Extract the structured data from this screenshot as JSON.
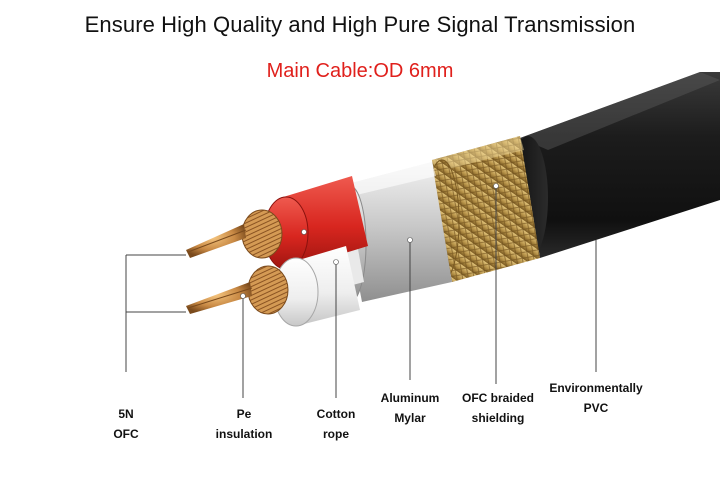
{
  "header": {
    "title": "Ensure High Quality and High Pure Signal Transmission",
    "subtitle": "Main Cable:OD 6mm"
  },
  "labels": [
    {
      "id": "ofc",
      "lines": [
        "5N",
        "OFC"
      ]
    },
    {
      "id": "pe",
      "lines": [
        "Pe",
        "insulation"
      ]
    },
    {
      "id": "cotton",
      "lines": [
        "Cotton",
        "rope"
      ]
    },
    {
      "id": "mylar",
      "lines": [
        "Aluminum",
        "Mylar"
      ]
    },
    {
      "id": "braid",
      "lines": [
        "OFC braided",
        "shielding"
      ]
    },
    {
      "id": "pvc",
      "lines": [
        "Environmentally",
        "PVC"
      ]
    }
  ],
  "colors": {
    "subtitle": "#e0201c",
    "jacket": "#1b1b1b",
    "braid": "#b8944a",
    "mylar": "#c9c9c9",
    "red_insulation": "#d8261f",
    "white_insulation": "#f1f1f1",
    "copper": "#c98a45",
    "leader_line": "#444444"
  }
}
